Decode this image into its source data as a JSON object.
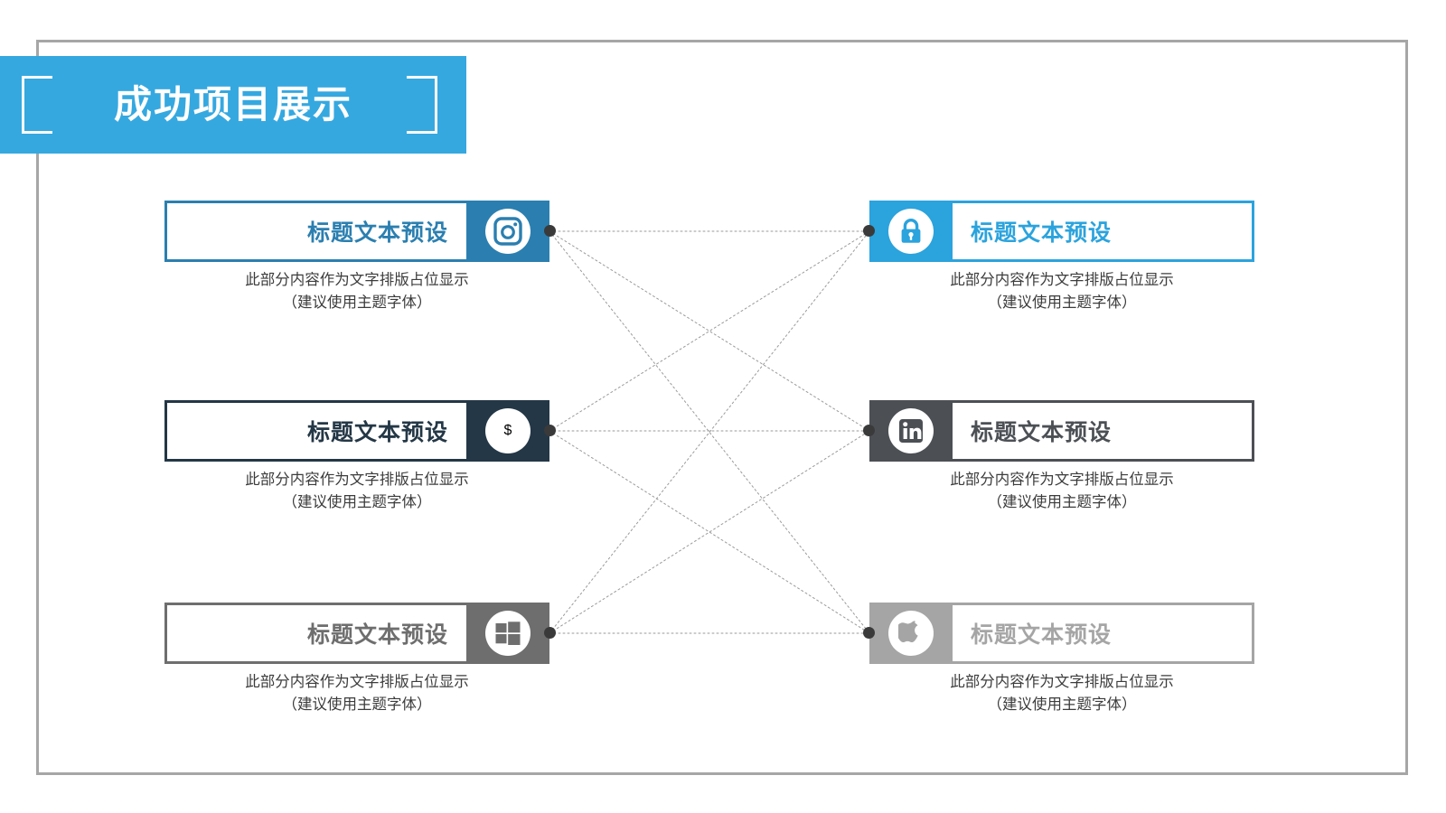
{
  "slide": {
    "title": "成功项目展示",
    "frame_color": "#a6a6a6",
    "banner_color": "#35a8e0",
    "background": "#ffffff"
  },
  "connector": {
    "line_color": "#9a9a9a",
    "node_color": "#3a3a3a",
    "style": "dotted"
  },
  "items": [
    {
      "id": "left-1",
      "side": "left",
      "title": "标题文本预设",
      "desc_line1": "此部分内容作为文字排版占位显示",
      "desc_line2": "（建议使用主题字体）",
      "icon": "instagram-icon",
      "accent": "#2b7fb0",
      "title_color": "#2b7fb0"
    },
    {
      "id": "left-2",
      "side": "left",
      "title": "标题文本预设",
      "desc_line1": "此部分内容作为文字排版占位显示",
      "desc_line2": "（建议使用主题字体）",
      "icon": "dollar-icon",
      "accent": "#243746",
      "title_color": "#243746"
    },
    {
      "id": "left-3",
      "side": "left",
      "title": "标题文本预设",
      "desc_line1": "此部分内容作为文字排版占位显示",
      "desc_line2": "（建议使用主题字体）",
      "icon": "windows-icon",
      "accent": "#6e6e6e",
      "title_color": "#6e6e6e"
    },
    {
      "id": "right-1",
      "side": "right",
      "title": "标题文本预设",
      "desc_line1": "此部分内容作为文字排版占位显示",
      "desc_line2": "（建议使用主题字体）",
      "icon": "lock-icon",
      "accent": "#2ba3dd",
      "title_color": "#2ba3dd"
    },
    {
      "id": "right-2",
      "side": "right",
      "title": "标题文本预设",
      "desc_line1": "此部分内容作为文字排版占位显示",
      "desc_line2": "（建议使用主题字体）",
      "icon": "linkedin-icon",
      "accent": "#4c5055",
      "title_color": "#4c5055"
    },
    {
      "id": "right-3",
      "side": "right",
      "title": "标题文本预设",
      "desc_line1": "此部分内容作为文字排版占位显示",
      "desc_line2": "（建议使用主题字体）",
      "icon": "apple-icon",
      "accent": "#a5a5a5",
      "title_color": "#a5a5a5"
    }
  ]
}
